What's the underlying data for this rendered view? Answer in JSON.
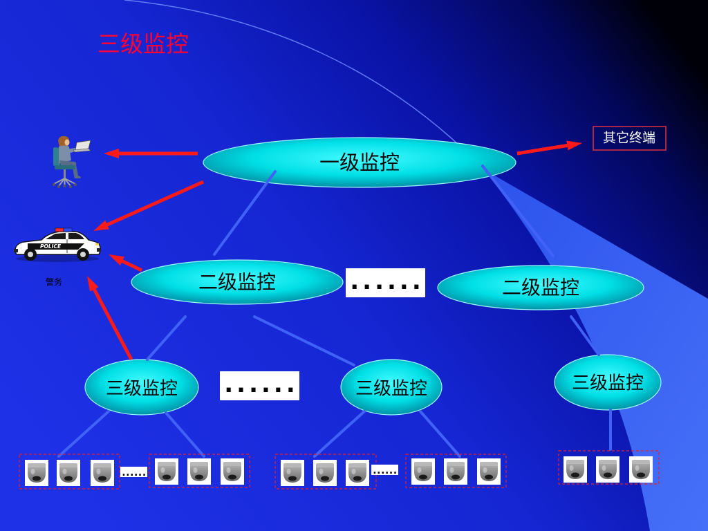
{
  "slide": {
    "title": "三级监控"
  },
  "level1": {
    "label": "一级监控"
  },
  "level2": [
    {
      "label": "二级监控"
    },
    {
      "label": "二级监控"
    }
  ],
  "level3": [
    {
      "label": "三级监控"
    },
    {
      "label": "三级监控"
    },
    {
      "label": "三级监控"
    }
  ],
  "other_terminal": {
    "label": "其它终端"
  },
  "police": {
    "label": "警务",
    "car_text": "POLICE",
    "icon": "police-car-icon"
  },
  "operator": {
    "icon": "person-at-laptop-icon"
  },
  "camera": {
    "icon": "dome-camera-icon"
  },
  "ellipsis": {
    "large": "......",
    "small": "......"
  },
  "colors": {
    "title": "#ff0033",
    "arrow": "#ff1a1a",
    "node": "#00dfe6",
    "connector": "#4062f6",
    "camera_group_border": "#e8202c",
    "background": "#1526d2"
  }
}
